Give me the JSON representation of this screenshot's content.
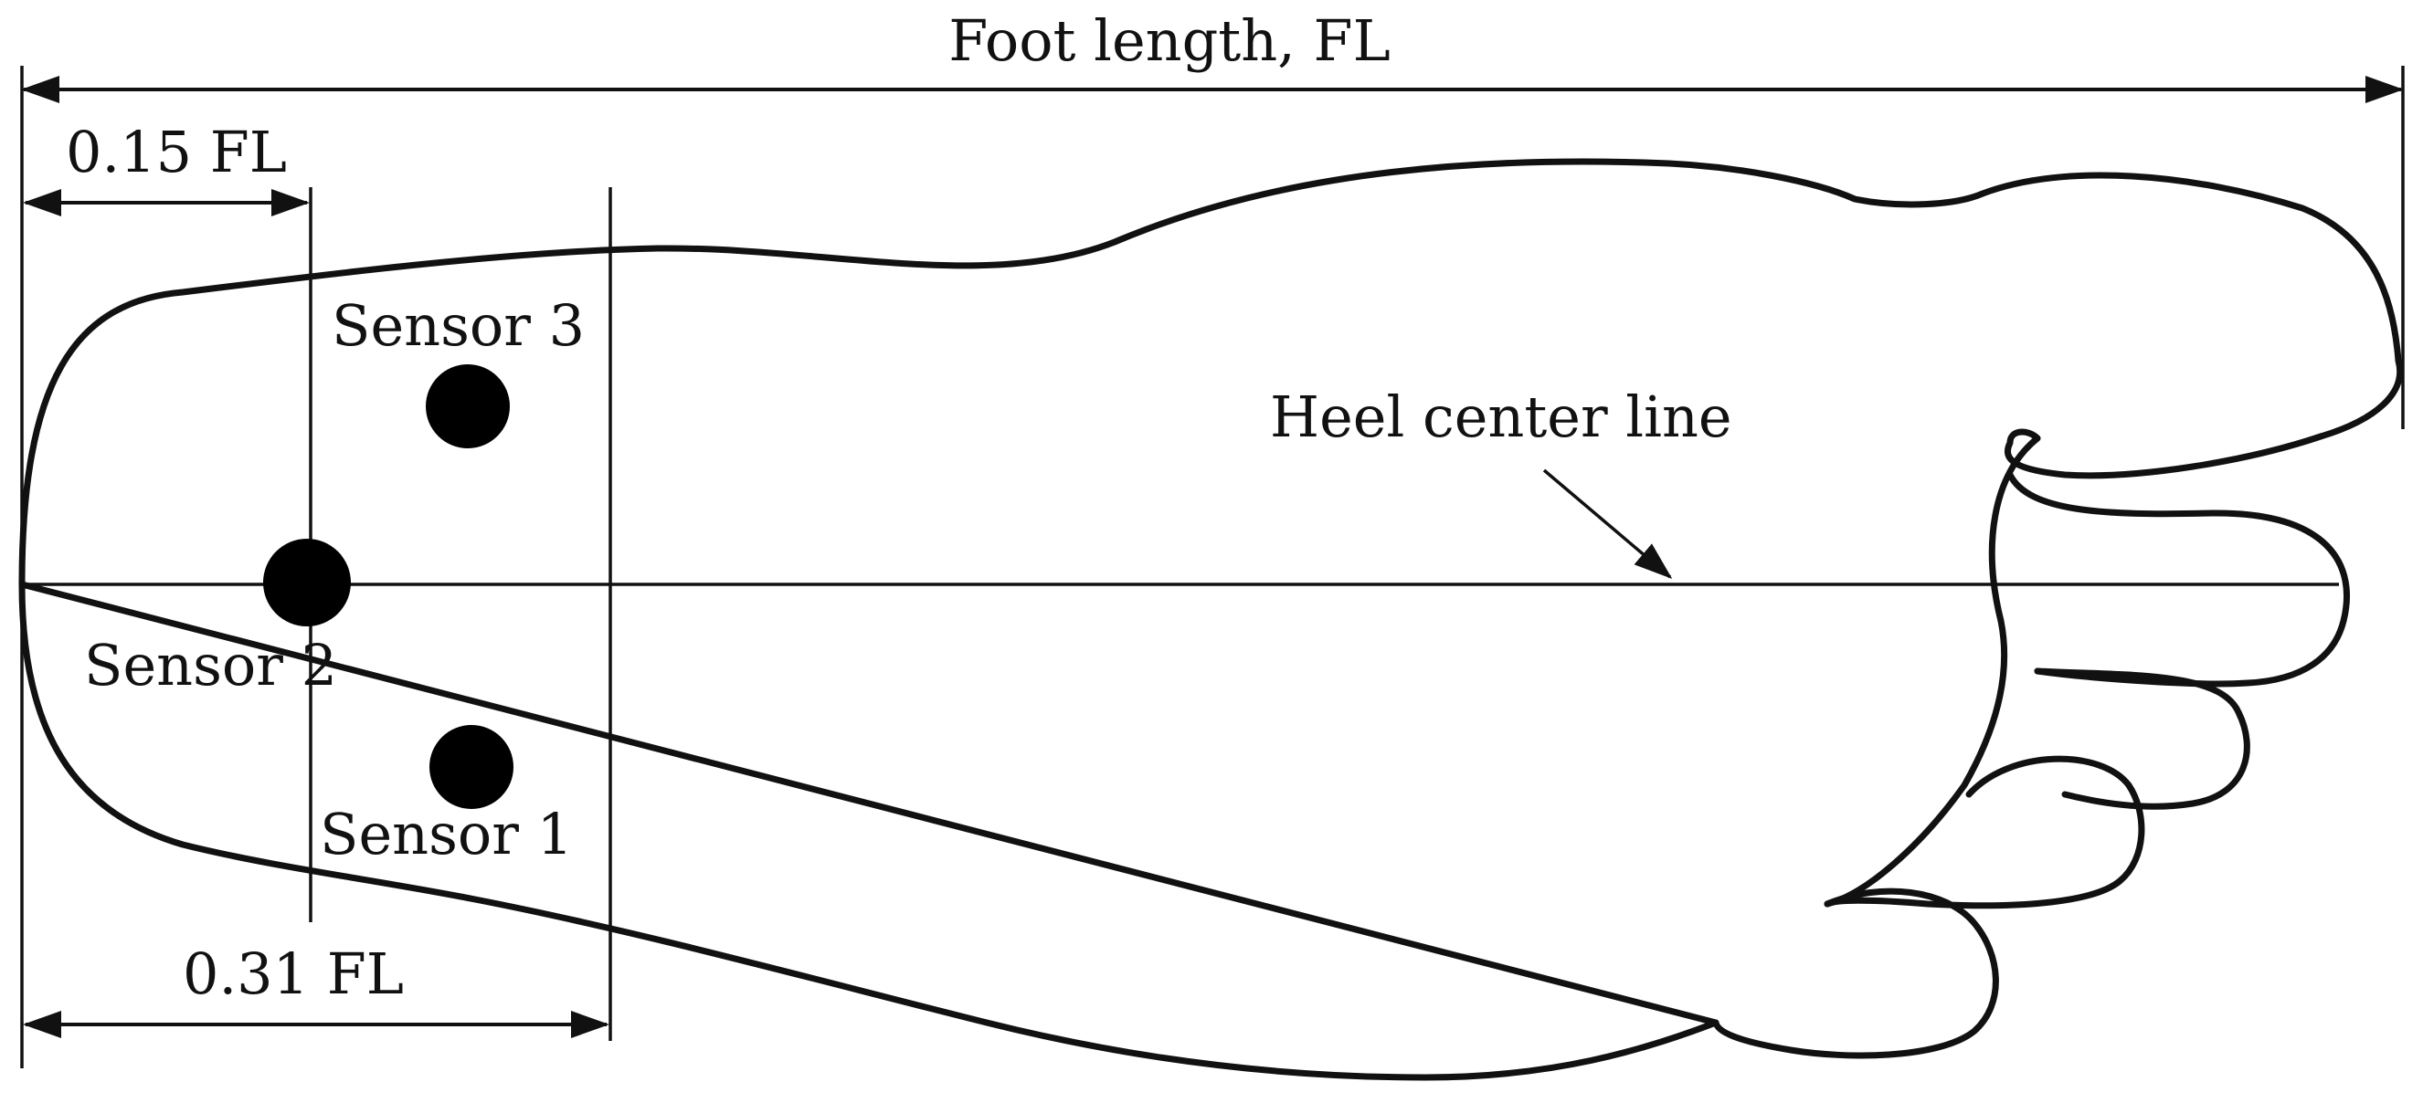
{
  "diagram": {
    "labels": {
      "foot_length": "Foot length, FL",
      "dim_015": "0.15 FL",
      "dim_031": "0.31 FL",
      "heel_center_line": "Heel center line"
    },
    "sensors": [
      {
        "id": "sensor-1",
        "label": "Sensor 1"
      },
      {
        "id": "sensor-2",
        "label": "Sensor 2"
      },
      {
        "id": "sensor-3",
        "label": "Sensor 3"
      }
    ],
    "colors": {
      "line": "#111111",
      "sensor": "#000000",
      "background": "#ffffff"
    }
  }
}
